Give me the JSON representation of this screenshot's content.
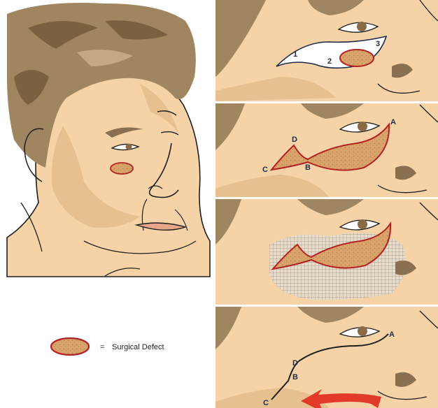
{
  "panels": {
    "step1": {
      "labels": [
        "1",
        "2",
        "3"
      ]
    },
    "step2": {
      "labels": [
        "A",
        "B",
        "C",
        "D"
      ]
    },
    "step4": {
      "labels": [
        "A",
        "B",
        "C",
        "D"
      ]
    }
  },
  "legend": {
    "equals": "=",
    "text": "Surgical Defect"
  },
  "colors": {
    "skin": "#f5d3a6",
    "shadow": "#e6c08e",
    "hair": "#a08660",
    "outline": "#1e1e1e",
    "defect_border": "#b22222",
    "defect_fill": "#d9a46b",
    "arrow": "#e23a2a",
    "mesh": "#c8b89e"
  }
}
